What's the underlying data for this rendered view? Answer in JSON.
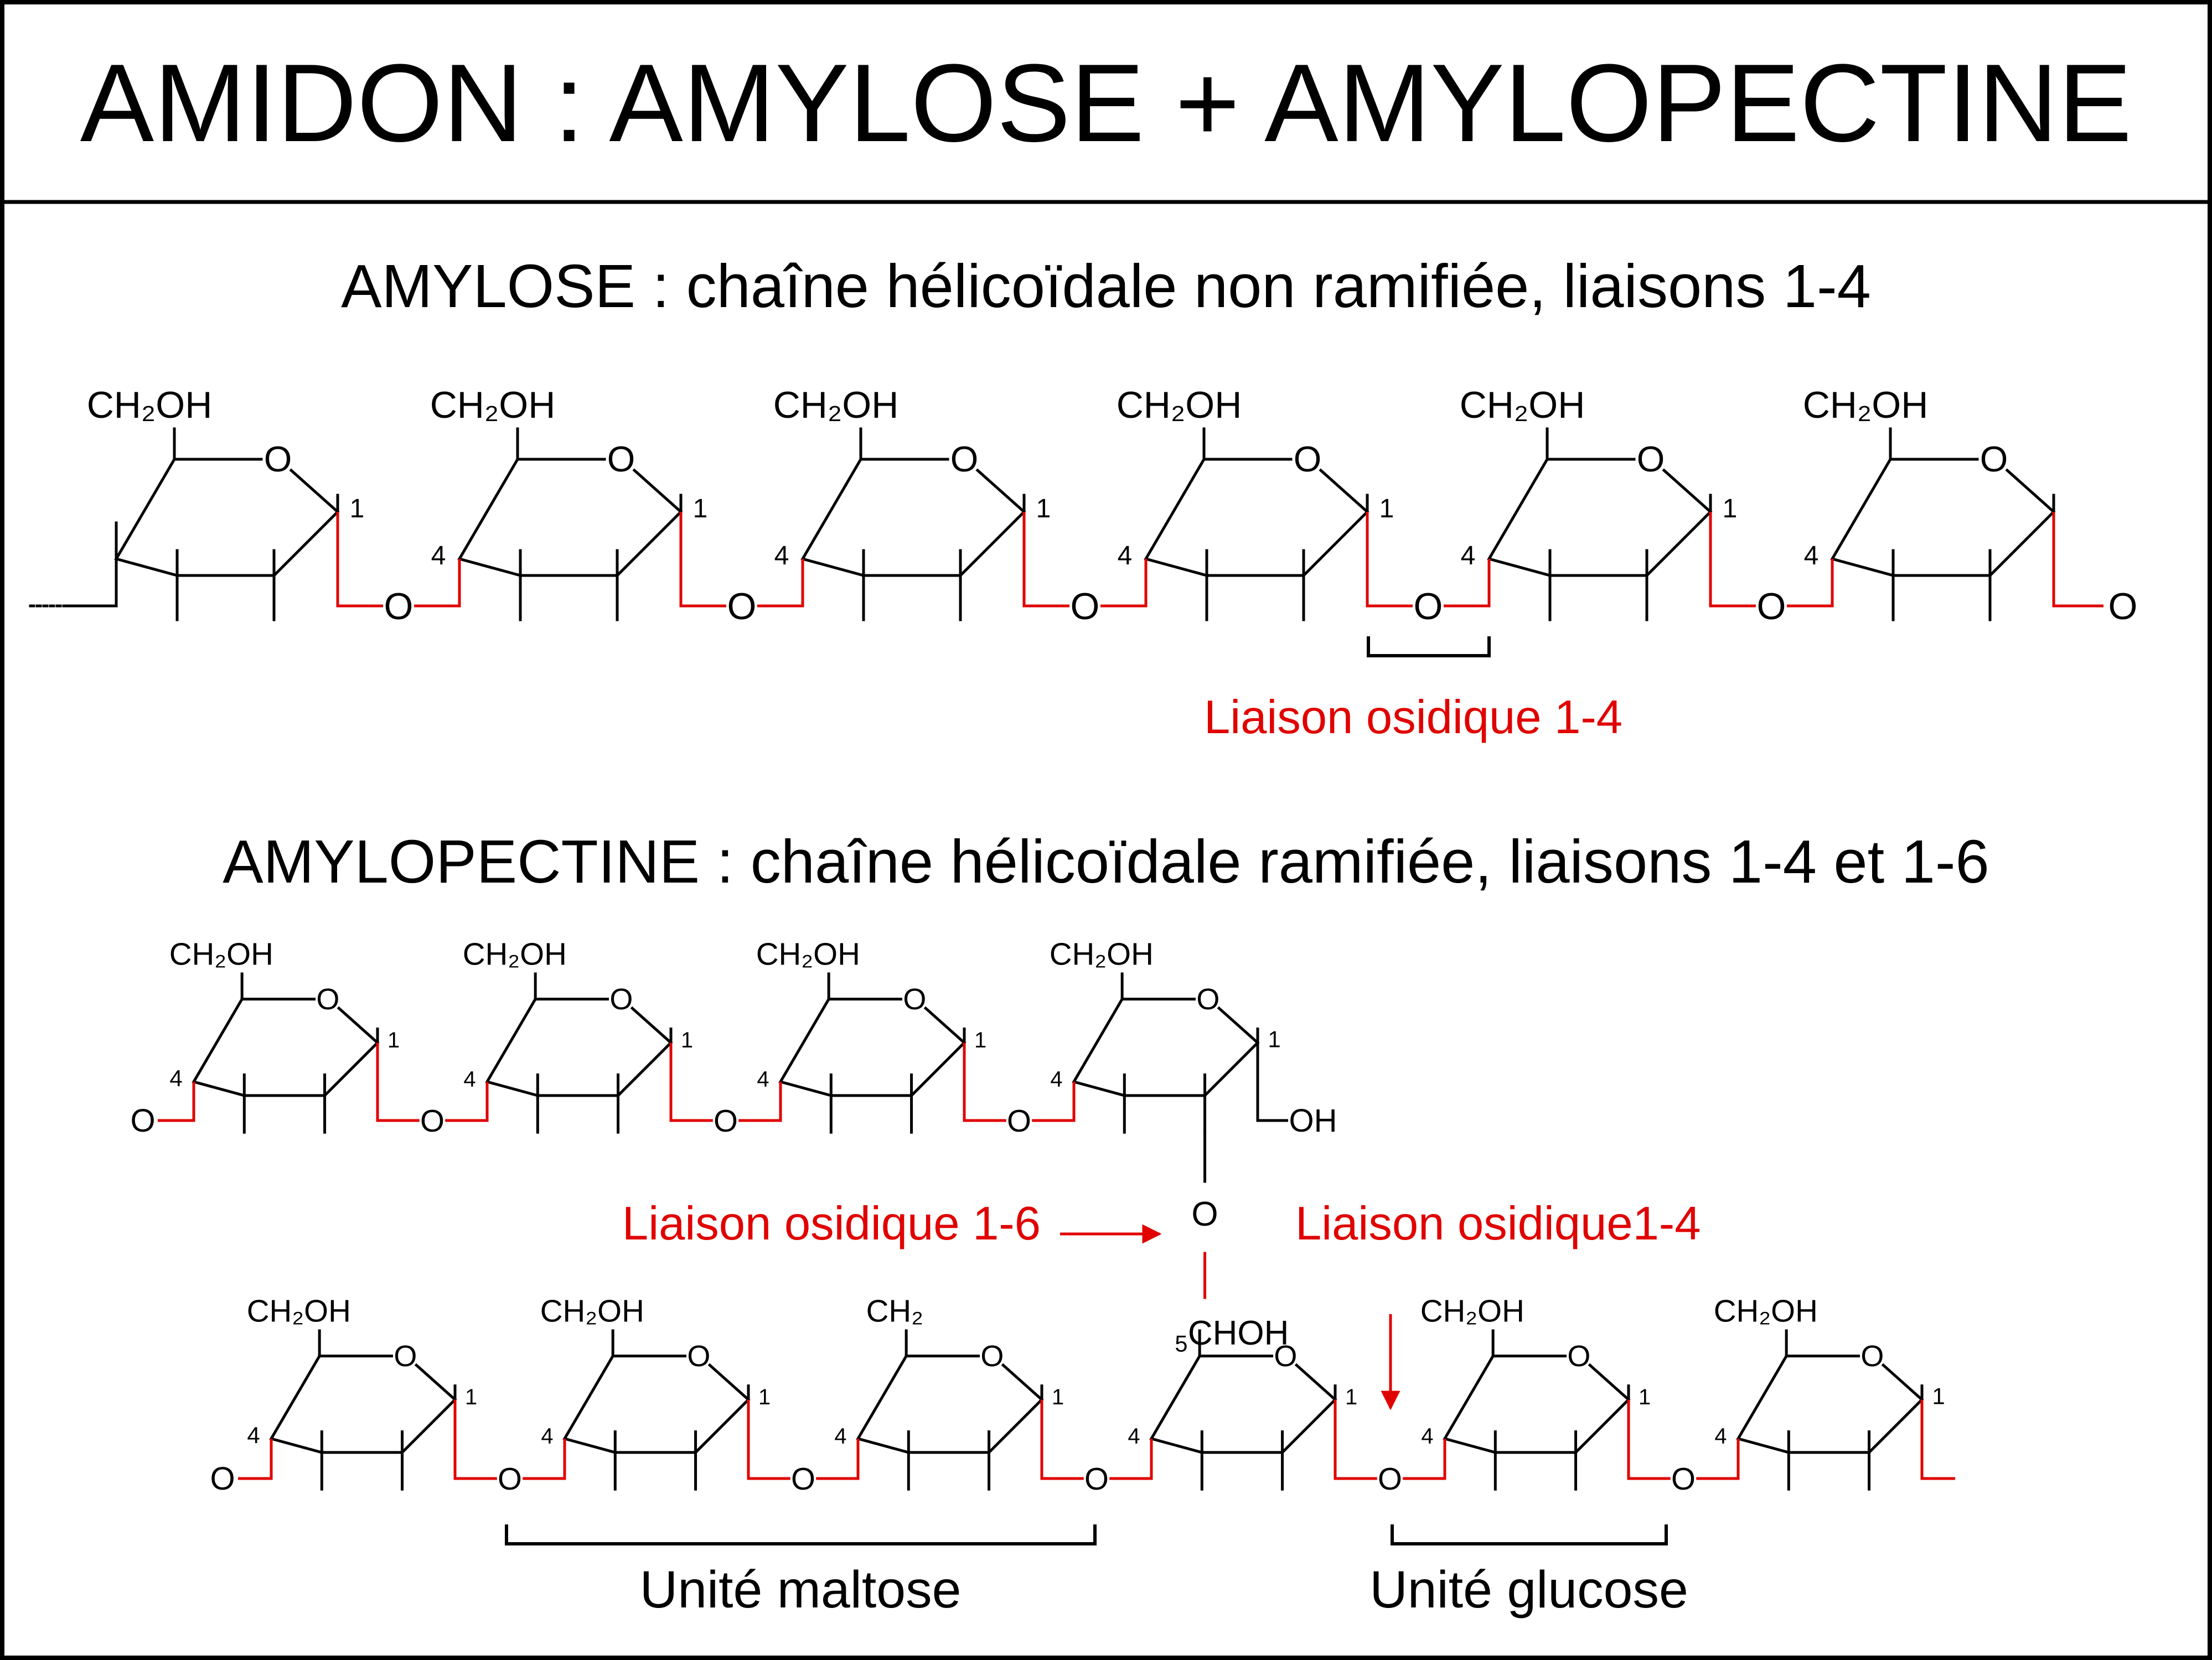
{
  "title": "AMIDON : AMYLOSE + AMYLOPECTINE",
  "colors": {
    "bond": "#000000",
    "highlight": "#e00000",
    "background": "#ffffff"
  },
  "amylose": {
    "heading": "AMYLOSE : chaîne hélicoïdale non ramifiée, liaisons 1-4",
    "substituent": "CH₂OH",
    "oxygen": "O",
    "label_1": "1",
    "label_4": "4",
    "bond_label": "Liaison osidique 1-4"
  },
  "amylopectine": {
    "heading": "AMYLOPECTINE : chaîne hélicoïdale ramifiée, liaisons 1-4 et 1-6",
    "substituent": "CH₂OH",
    "ch2": "CH₂",
    "chohoh": "CHOH",
    "terminal_oh": "OH",
    "oxygen": "O",
    "label_1": "1",
    "label_4": "4",
    "label_5": "5",
    "bond_16": "Liaison osidique 1-6",
    "bond_14": "Liaison osidique1-4",
    "unit_maltose": "Unité maltose",
    "unit_glucose": "Unité glucose"
  }
}
